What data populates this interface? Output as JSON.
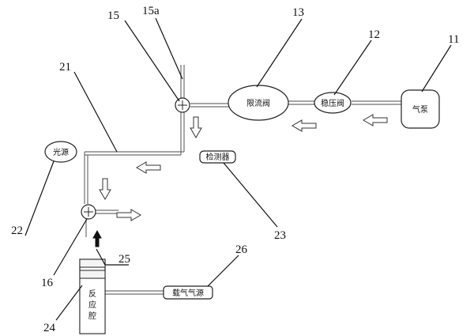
{
  "component_labels": {
    "valve_13": "限流阀",
    "valve_12": "稳压阀",
    "pump_11": "气泵",
    "light_source_22": "光源",
    "detector_23": "检测器",
    "carrier_gas_26": "载气气源",
    "reaction_chamber_24": [
      "反",
      "应",
      "腔"
    ]
  },
  "callout_numbers": {
    "n15a": "15a",
    "n15": "15",
    "n13": "13",
    "n12": "12",
    "n11": "11",
    "n21": "21",
    "n22": "22",
    "n23": "23",
    "n25": "25",
    "n26": "26",
    "n16": "16",
    "n24": "24"
  }
}
